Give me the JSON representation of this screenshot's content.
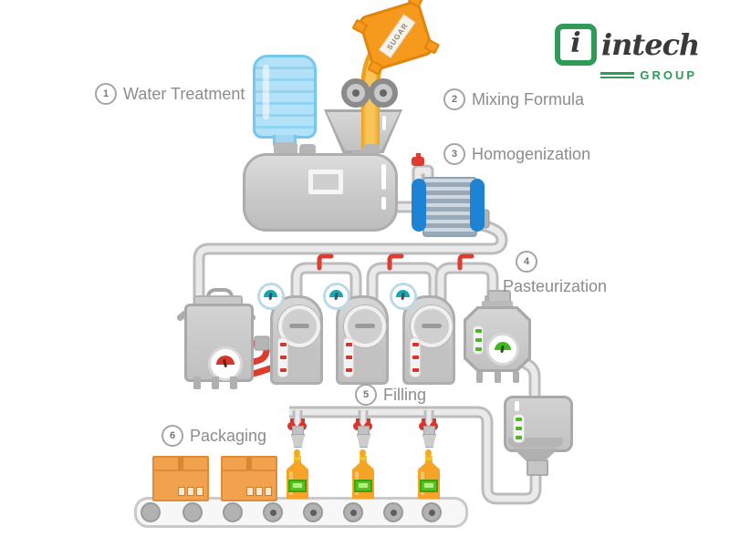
{
  "logo": {
    "brand": "intech",
    "group": "GROUP"
  },
  "steps": [
    {
      "num": "1",
      "label": "Water Treatment"
    },
    {
      "num": "2",
      "label": "Mixing Formula"
    },
    {
      "num": "3",
      "label": "Homogenization"
    },
    {
      "num": "4",
      "label": "Pasteurization"
    },
    {
      "num": "5",
      "label": "Filling"
    },
    {
      "num": "6",
      "label": "Packaging"
    }
  ],
  "sugar_bag_label": "SUGAR",
  "machines": [
    "water-bottle",
    "sugar-bag",
    "feed-rollers",
    "mixing-funnel",
    "mixing-tank",
    "homogenizer-heat-exchanger",
    "cooking-pot",
    "storage-tank-1",
    "storage-tank-2",
    "storage-tank-3",
    "pasteurizer-tank",
    "filler-hopper",
    "filling-nozzles",
    "bottles",
    "conveyor-belt",
    "cardboard-boxes",
    "pipe-network"
  ],
  "colors": {
    "background": "#ffffff",
    "machine_gray": "#c6c6c6",
    "pipe_gray": "#bcbcbc",
    "valve_red": "#dd3c30",
    "water_blue": "#b3e2f8",
    "homogenizer_blue": "#1f83d3",
    "sugar_orange": "#f59a1d",
    "stream_yellow": "#f8c558",
    "bottle_orange": "#f5a425",
    "bottle_label_green": "#54c41d",
    "box_orange": "#f2a24c",
    "gauge_teal": "#17a6b4",
    "gauge_green": "#43b71f",
    "gauge_red": "#d6352b",
    "brand_green": "#2e9b57",
    "brand_charcoal": "#3a3a3a",
    "label_text_gray": "#8c8c8c"
  }
}
